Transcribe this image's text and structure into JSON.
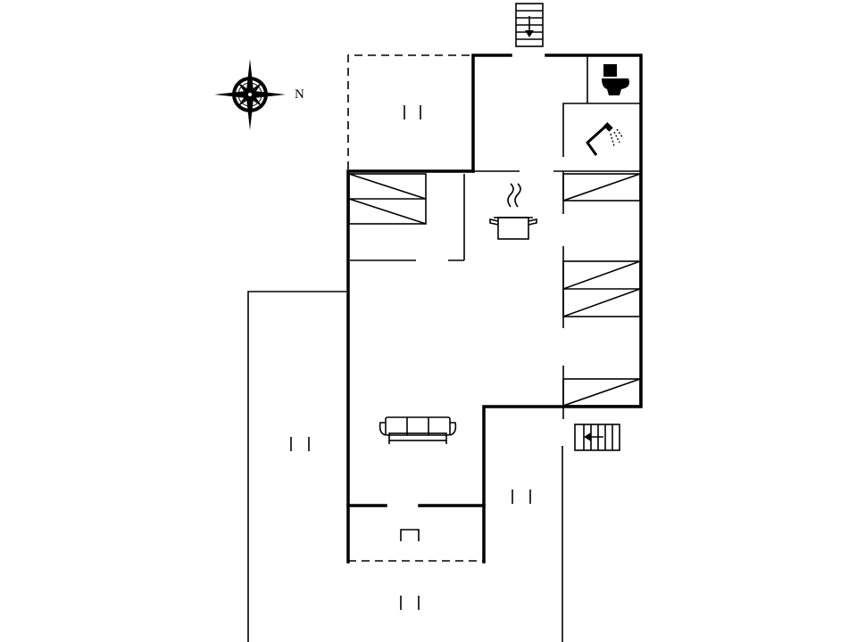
{
  "compass": {
    "label": "N",
    "icon": "compass-rose-icon"
  },
  "room_icons": [
    "stairs-down-icon",
    "toilet-icon",
    "shower-icon",
    "cooking-pot-icon",
    "sofa-icon",
    "stairs-entry-icon",
    "table-icon"
  ],
  "terrace_markers": [
    "terrace-top",
    "terrace-left",
    "terrace-center",
    "terrace-bottom"
  ]
}
